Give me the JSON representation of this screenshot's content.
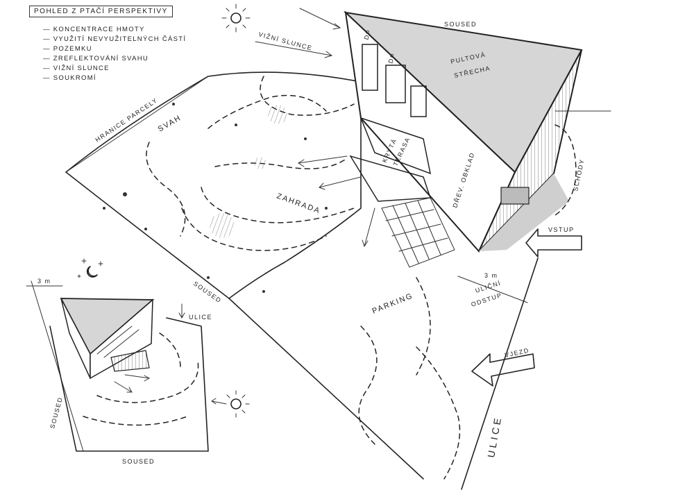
{
  "legend": {
    "title": "POHLED Z PTAČÍ PERSPEKTIVY",
    "items": [
      "KONCENTRACE HMOTY",
      "VYUŽITÍ NEVYUŽITELNÝCH ČÁSTÍ",
      "POZEMKU",
      "ZREFLEKTOVÁNÍ SVAHU",
      "VIŽNÍ SLUNCE",
      "SOUKROMÍ"
    ]
  },
  "main": {
    "vizni_slunce": "VIŽNÍ SLUNCE",
    "soused_top": "SOUSED",
    "soused_left": "SOUSED",
    "hranice": "HRANICE PARCELY",
    "svah": "SVAH",
    "zahrada": "ZAHRADA",
    "pultova": "PULTOVÁ",
    "strecha": "STŘECHA",
    "dp1": "DP",
    "dp2": "DP",
    "kryta1": "KRYTÁ",
    "kryta2": "TERASA",
    "obklad": "DŘEV. OBKLAD",
    "schody": "SCHODY",
    "vstup": "VSTUP",
    "parking": "PARKING",
    "dist": "3 m",
    "ulicni1": "ULIČNÍ",
    "ulicni2": "ODSTUP",
    "vjezd": "VJEZD",
    "ulice": "ULICE"
  },
  "inset": {
    "dist": "3 m",
    "ulice": "ULICE",
    "soused_left": "SOUSED",
    "soused_bottom": "SOUSED"
  }
}
